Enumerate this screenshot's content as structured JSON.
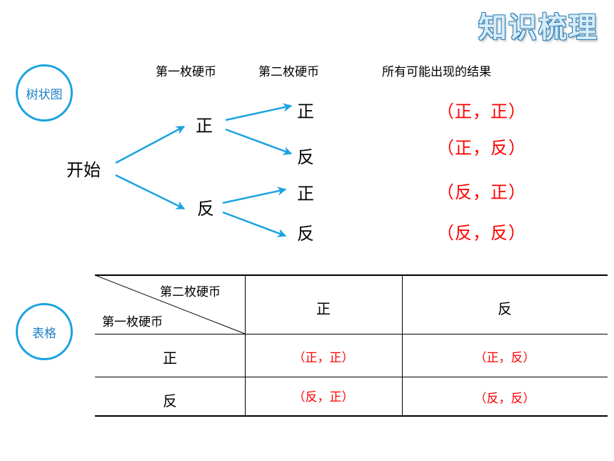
{
  "title": "知识梳理",
  "tree": {
    "label": "树状图",
    "headers": {
      "first_coin": "第一枚硬币",
      "second_coin": "第二枚硬币",
      "all_results": "所有可能出现的结果"
    },
    "start": "开始",
    "level1": [
      "正",
      "反"
    ],
    "level2": [
      "正",
      "反",
      "正",
      "反"
    ],
    "results": [
      "（正，正）",
      "（正，反）",
      "（反，正）",
      "（反，反）"
    ]
  },
  "table": {
    "label": "表格",
    "corner_top": "第二枚硬币",
    "corner_bottom": "第一枚硬币",
    "col_headers": [
      "正",
      "反"
    ],
    "row_headers": [
      "正",
      "反"
    ],
    "cells": [
      [
        "（正，正）",
        "（正，反）"
      ],
      [
        "（反，正）",
        "（反，反）"
      ]
    ]
  },
  "colors": {
    "accent_blue": "#1ba3e0",
    "result_red": "#ff0000"
  }
}
